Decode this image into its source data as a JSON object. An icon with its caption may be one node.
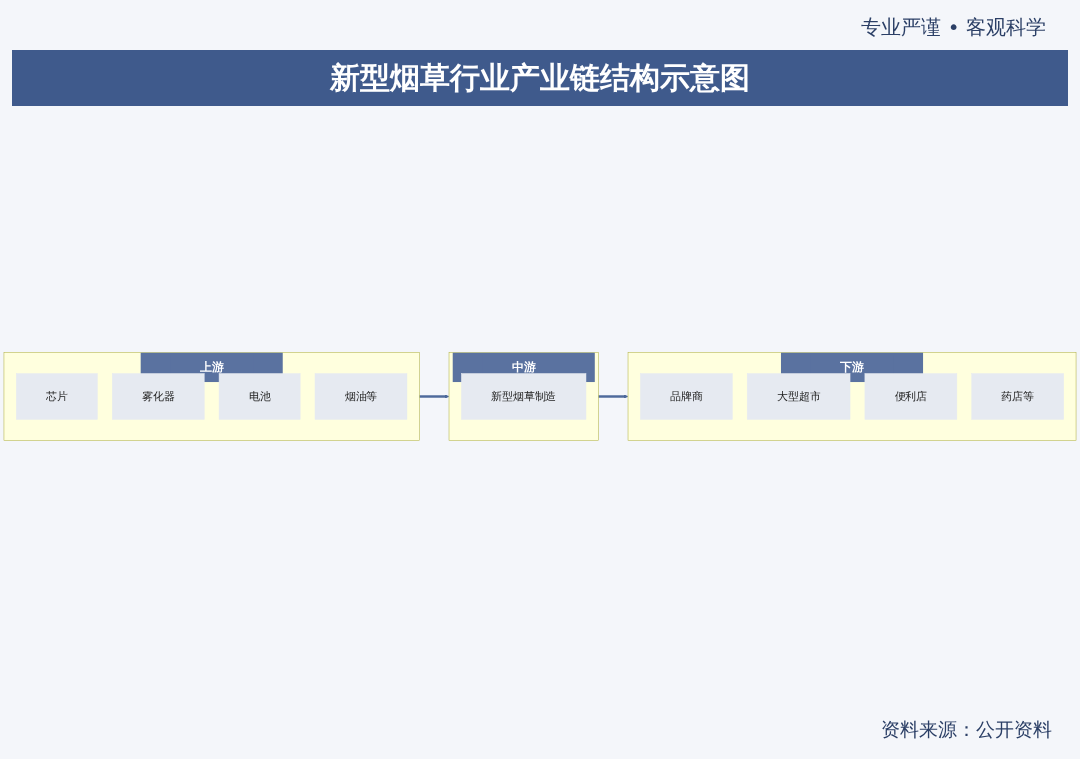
{
  "diagram": {
    "title": "新型烟草行业产业链结构示意图",
    "nodes": [
      {
        "text": [
          "上游"
        ]
      },
      {
        "text": [
          "芯片"
        ],
        "in": 0
      },
      {
        "text": [
          "雾化器"
        ],
        "in": 0
      },
      {
        "text": [
          "电池"
        ],
        "in": 0
      },
      {
        "text": [
          "烟油等"
        ],
        "in": 0
      },
      {
        "text": [
          "中游"
        ]
      },
      {
        "text": [
          "新型烟草制造"
        ],
        "in": 5
      },
      {
        "text": [
          "下游"
        ]
      },
      {
        "text": [
          "品牌商"
        ],
        "in": 7
      },
      {
        "text": [
          "大型超市"
        ],
        "in": 7
      },
      {
        "text": [
          "便利店"
        ],
        "in": 7
      },
      {
        "text": [
          "药店等"
        ],
        "in": 7
      }
    ],
    "edges": [
      {
        "from": 0,
        "to": 5,
        "arrow": "to"
      },
      {
        "from": 5,
        "to": 7,
        "arrow": "to"
      }
    ],
    "labels": [
      "专业严谨 • 客观科学",
      "资料来源：公开资料"
    ]
  }
}
